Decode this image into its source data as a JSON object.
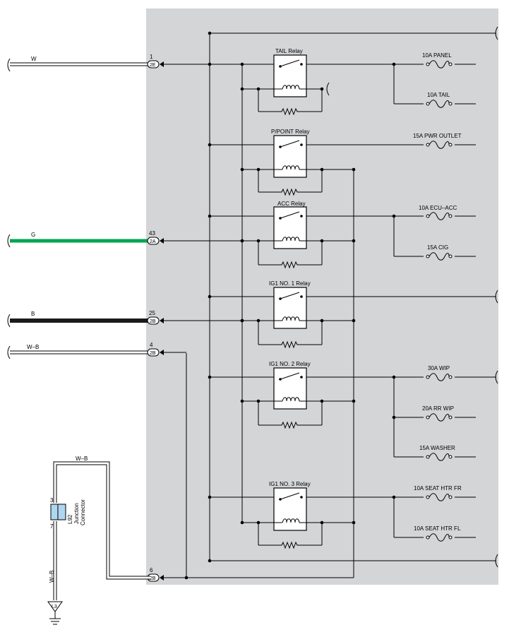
{
  "relays": [
    {
      "name": "TAIL Relay"
    },
    {
      "name": "P/POINT Relay"
    },
    {
      "name": "ACC Relay"
    },
    {
      "name": "IG1 NO. 1 Relay"
    },
    {
      "name": "IG1 NO. 2 Relay"
    },
    {
      "name": "IG1 NO. 3 Relay"
    }
  ],
  "fuses": [
    {
      "label": "10A PANEL"
    },
    {
      "label": "10A TAIL"
    },
    {
      "label": "15A PWR OUTLET"
    },
    {
      "label": "10A ECU–ACC"
    },
    {
      "label": "15A CIG"
    },
    {
      "label": "30A WIP"
    },
    {
      "label": "20A RR WIP"
    },
    {
      "label": "15A WASHER"
    },
    {
      "label": "10A SEAT HTR FR"
    },
    {
      "label": "10A SEAT HTR FL"
    }
  ],
  "connectors": [
    {
      "pin": "1",
      "code": "2E",
      "wire": "W",
      "wire_color": "#ffffff"
    },
    {
      "pin": "43",
      "code": "2A",
      "wire": "G",
      "wire_color": "#00a651"
    },
    {
      "pin": "25",
      "code": "2B",
      "wire": "B",
      "wire_color": "#1a1a1a"
    },
    {
      "pin": "4",
      "code": "2B",
      "wire": "W–B",
      "wire_color": "#ffffff"
    },
    {
      "pin": "6",
      "code": "2B",
      "wire": "",
      "wire_color": "#ffffff"
    }
  ],
  "junction": {
    "code": "L92",
    "name1": "Junction",
    "name2": "Connector",
    "pin_top": "3",
    "pin_bottom": "7",
    "wire_top": "W–B",
    "wire_bottom": "W–B"
  },
  "ground": {
    "code": "L3"
  },
  "colors": {
    "box_bg": "#d4d5d7",
    "green_wire": "#00a651",
    "black_wire": "#1a1a1a"
  }
}
